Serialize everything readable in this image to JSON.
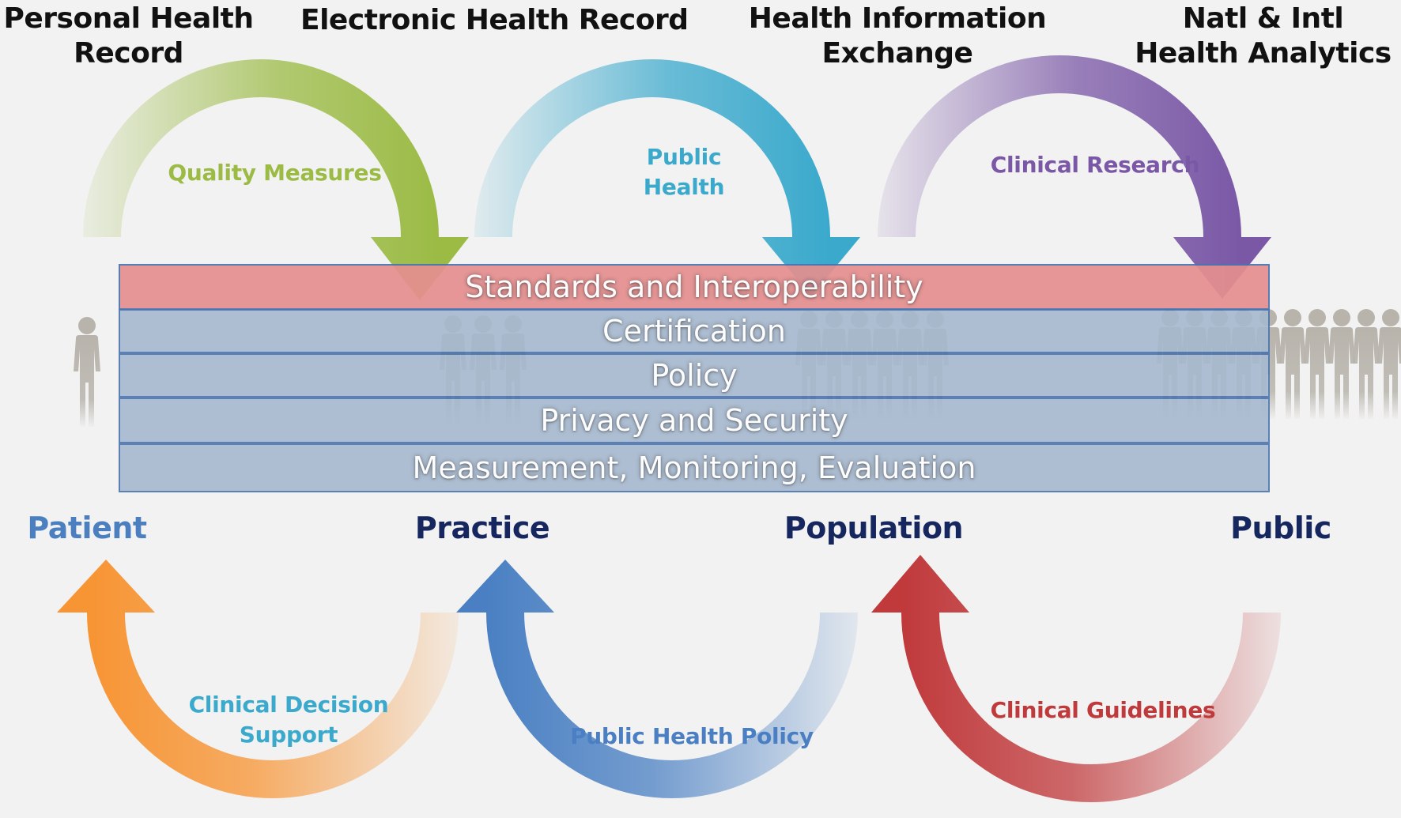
{
  "systems": [
    {
      "id": "phr",
      "lines": [
        "Personal Health",
        "Record"
      ]
    },
    {
      "id": "ehr",
      "lines": [
        "Electronic Health Record"
      ]
    },
    {
      "id": "hie",
      "lines": [
        "Health Information",
        "Exchange"
      ]
    },
    {
      "id": "nihi",
      "lines": [
        "Natl & Intl",
        "Health Analytics"
      ]
    }
  ],
  "top_arcs": [
    {
      "id": "quality",
      "lines": [
        "Quality Measures"
      ],
      "color": "#9bbb45"
    },
    {
      "id": "public-health",
      "lines": [
        "Public",
        "Health"
      ],
      "color": "#3aa9cc"
    },
    {
      "id": "clinical-research",
      "lines": [
        "Clinical Research"
      ],
      "color": "#7a58a6"
    }
  ],
  "bottom_arcs": [
    {
      "id": "cds",
      "lines": [
        "Clinical Decision",
        "Support"
      ],
      "color": "#f79433",
      "label_color": "#3aa9cc"
    },
    {
      "id": "phpolicy",
      "lines": [
        "Public Health Policy"
      ],
      "color": "#4a80c3",
      "label_color": "#4a80c3"
    },
    {
      "id": "guidelines",
      "lines": [
        "Clinical Guidelines"
      ],
      "color": "#c0393b",
      "label_color": "#c0393b"
    }
  ],
  "bands": [
    {
      "id": "standards",
      "label": "Standards and Interoperability",
      "color": "#e58f8f"
    },
    {
      "id": "certification",
      "label": "Certification",
      "color": "#a7b9cf"
    },
    {
      "id": "policy",
      "label": "Policy",
      "color": "#a7b9cf"
    },
    {
      "id": "privacy",
      "label": "Privacy and Security",
      "color": "#a7b9cf"
    },
    {
      "id": "measurement",
      "label": "Measurement, Monitoring, Evaluation",
      "color": "#a7b9cf"
    }
  ],
  "nodes": [
    {
      "id": "patient",
      "label": "Patient",
      "color": "#4b7fc0"
    },
    {
      "id": "practice",
      "label": "Practice",
      "color": "#16265e"
    },
    {
      "id": "population",
      "label": "Population",
      "color": "#16265e"
    },
    {
      "id": "public",
      "label": "Public",
      "color": "#16265e"
    }
  ],
  "people_groups": [
    {
      "id": "patient-people",
      "count": 1
    },
    {
      "id": "practice-people",
      "count": 3
    },
    {
      "id": "population-people",
      "count": 6
    },
    {
      "id": "public-people",
      "count": 10
    }
  ],
  "colors": {
    "background": "#f2f2f2",
    "person": "#b8b4ac",
    "band_border": "#4a74b0"
  }
}
